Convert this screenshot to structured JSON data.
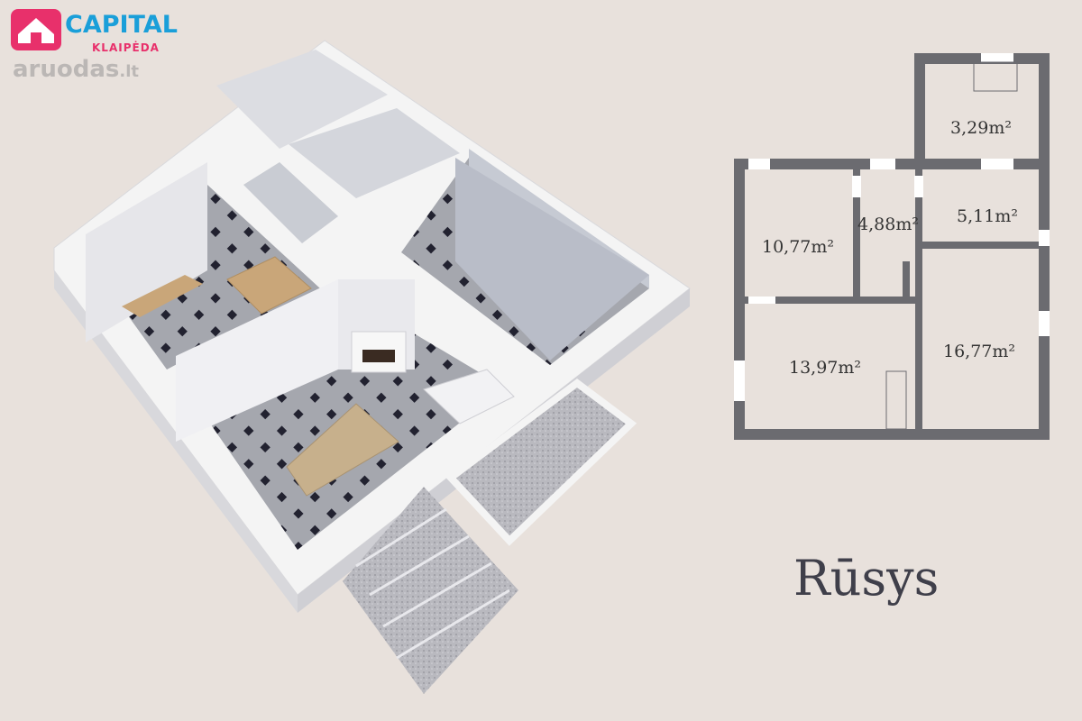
{
  "brand": {
    "name": "CAPITAL",
    "city": "KLAIPĖDA",
    "watermark": "aruodas",
    "watermark_tld": ".lt",
    "accent": "#1a9fd9",
    "accent2": "#e8306b"
  },
  "title": "Rūsys",
  "rooms": [
    {
      "id": "r1",
      "area": "3,29m²"
    },
    {
      "id": "r2",
      "area": "10,77m²"
    },
    {
      "id": "r3",
      "area": "4,88m²"
    },
    {
      "id": "r4",
      "area": "5,11m²"
    },
    {
      "id": "r5",
      "area": "13,97m²"
    },
    {
      "id": "r6",
      "area": "16,77m²"
    }
  ],
  "colors": {
    "background": "#e8e1dc",
    "wall": "#6b6b70",
    "wall_3d": "#ffffff",
    "floor": "#9da1aa",
    "interior": "#c7ccd6"
  }
}
